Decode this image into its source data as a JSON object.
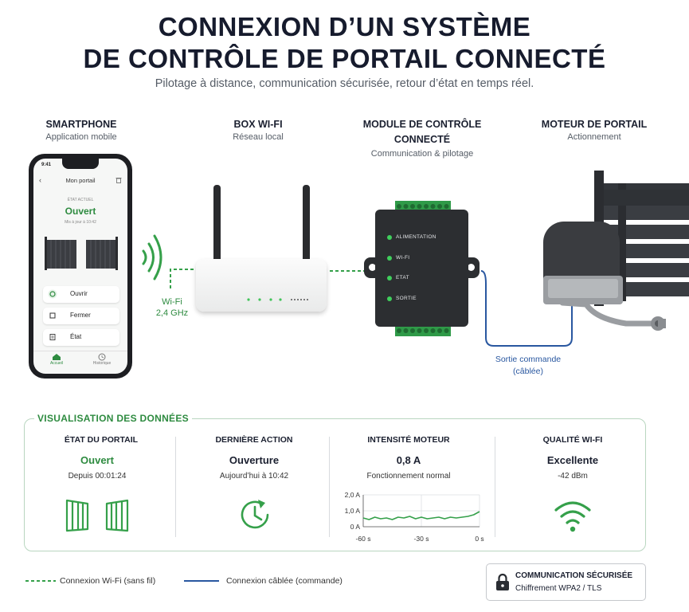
{
  "header": {
    "title_line1": "CONNEXION D’UN SYSTÈME",
    "title_line2": "DE CONTRÔLE DE PORTAIL CONNECTÉ",
    "subtitle": "Pilotage à distance, communication sécurisée, retour d’état en temps réel."
  },
  "columns": {
    "smartphone": {
      "title": "SMARTPHONE",
      "subtitle": "Application mobile"
    },
    "box": {
      "title": "BOX WI-FI",
      "subtitle": "Réseau local"
    },
    "module": {
      "title_line1": "MODULE DE CONTRÔLE",
      "title_line2": "CONNECTÉ",
      "subtitle": "Communication & pilotage"
    },
    "motor": {
      "title": "MOTEUR DE PORTAIL",
      "subtitle": "Actionnement"
    }
  },
  "phone": {
    "time": "9:41",
    "screen_title": "Mon portail",
    "state_label": "ÉTAT ACTUEL",
    "state_value": "Ouvert",
    "updated": "Mis à jour à 10:42",
    "buttons": [
      "Ouvrir",
      "Fermer",
      "État"
    ],
    "tabs": [
      "Accueil",
      "Historique"
    ]
  },
  "module_leds": [
    "ALIMENTATION",
    "WI-FI",
    "ETAT",
    "SORTIE"
  ],
  "links": {
    "wifi_line1": "Wi-Fi",
    "wifi_line2": "2,4 GHz",
    "cable_line1": "Sortie commande",
    "cable_line2": "(câblée)"
  },
  "data_panel": {
    "title": "VISUALISATION DES DONNÉES",
    "cols": [
      {
        "title": "ÉTAT DU PORTAIL",
        "value": "Ouvert",
        "sub": "Depuis 00:01:24"
      },
      {
        "title": "DERNIÈRE ACTION",
        "value": "Ouverture",
        "sub": "Aujourd’hui à 10:42"
      },
      {
        "title": "INTENSITÉ MOTEUR",
        "value": "0,8 A",
        "sub": "Fonctionnement normal"
      },
      {
        "title": "QUALITÉ WI-FI",
        "value": "Excellente",
        "sub": "-42 dBm"
      }
    ]
  },
  "chart_data": {
    "type": "line",
    "y_ticks": [
      "2,0 A",
      "1,0 A",
      "0 A"
    ],
    "x_ticks": [
      "-60 s",
      "-30 s",
      "0 s"
    ],
    "ylim": [
      0,
      2.0
    ],
    "xlim": [
      -60,
      0
    ],
    "grid": true,
    "x": [
      -60,
      -57,
      -54,
      -51,
      -48,
      -45,
      -42,
      -39,
      -36,
      -33,
      -30,
      -27,
      -24,
      -21,
      -18,
      -15,
      -12,
      -9,
      -6,
      -3,
      0
    ],
    "values": [
      0.55,
      0.45,
      0.6,
      0.5,
      0.55,
      0.45,
      0.6,
      0.55,
      0.65,
      0.5,
      0.6,
      0.5,
      0.55,
      0.6,
      0.5,
      0.6,
      0.55,
      0.6,
      0.65,
      0.75,
      0.95
    ]
  },
  "legend": {
    "wifi": "Connexion Wi-Fi (sans fil)",
    "cable": "Connexion câblée (commande)"
  },
  "secure": {
    "title": "COMMUNICATION SÉCURISÉE",
    "sub": "Chiffrement WPA2 / TLS"
  },
  "colors": {
    "accent_green": "#2e8b40",
    "cable_blue": "#2957a0",
    "dark": "#161b2d"
  }
}
